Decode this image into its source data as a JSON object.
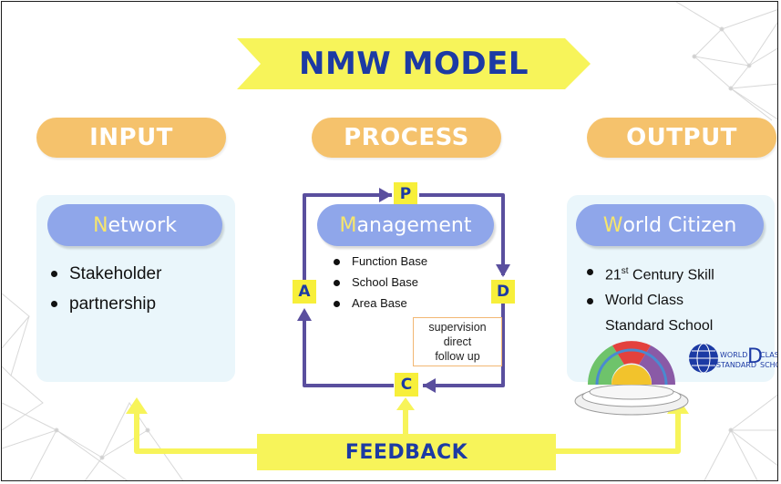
{
  "title": "NMW MODEL",
  "colors": {
    "title_text": "#1c3aa4",
    "banner": "#f7f45a",
    "pill": "#f5c26c",
    "heading_box": "#8fa6ea",
    "panel": "#eaf6fb",
    "cycle": "#5a4f9e",
    "arrow_yellow": "#f7f45a"
  },
  "columns": {
    "input": {
      "header": "INPUT",
      "heading_first": "N",
      "heading_rest": "etwork",
      "items": [
        "Stakeholder",
        "partnership"
      ]
    },
    "process": {
      "header": "PROCESS",
      "heading_first": "M",
      "heading_rest": "anagement",
      "items": [
        "Function Base",
        "School Base",
        "Area Base"
      ],
      "cycle": {
        "p": "P",
        "d": "D",
        "c": "C",
        "a": "A"
      },
      "note_lines": [
        "supervision",
        "direct",
        "follow up"
      ]
    },
    "output": {
      "header": "OUTPUT",
      "heading_first": "W",
      "heading_rest": "orld Citizen",
      "item1_main": "21",
      "item1_sup": "st",
      "item1_rest": " Century Skill",
      "item2": "World Class",
      "item2_cont": "Standard School",
      "logo": {
        "world": "WORLD",
        "class": "CLASS",
        "standard": "STANDARD",
        "school": "SCHOOL",
        "letter": "D"
      }
    }
  },
  "feedback": "FEEDBACK"
}
